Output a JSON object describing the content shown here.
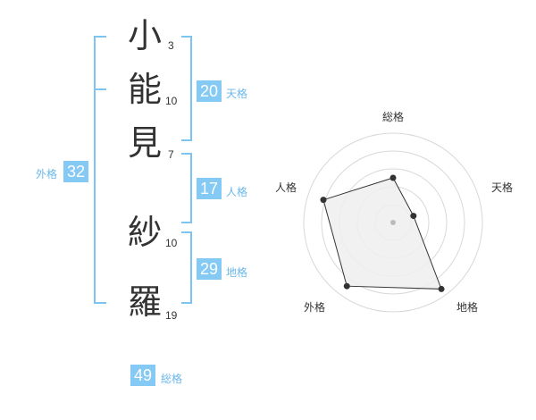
{
  "name_chars": [
    {
      "char": "小",
      "strokes": "3"
    },
    {
      "char": "能",
      "strokes": "10"
    },
    {
      "char": "見",
      "strokes": "7"
    },
    {
      "char": "紗",
      "strokes": "10"
    },
    {
      "char": "羅",
      "strokes": "19"
    }
  ],
  "kaku": {
    "tenkaku": {
      "value": "20",
      "label": "天格"
    },
    "jinkaku": {
      "value": "17",
      "label": "人格"
    },
    "chikaku": {
      "value": "29",
      "label": "地格"
    },
    "gaikaku": {
      "value": "32",
      "label": "外格"
    },
    "soukaku": {
      "value": "49",
      "label": "総格"
    }
  },
  "radar": {
    "axes": [
      "総格",
      "天格",
      "地格",
      "外格",
      "人格"
    ],
    "levels": 5,
    "values": [
      2.5,
      1.2,
      4.6,
      4.4,
      4.1
    ],
    "max": 5,
    "colors": {
      "grid": "#d8d8d8",
      "fill": "#eeeeee",
      "line": "#333333",
      "point": "#333333",
      "center": "#bbbbbb"
    }
  }
}
